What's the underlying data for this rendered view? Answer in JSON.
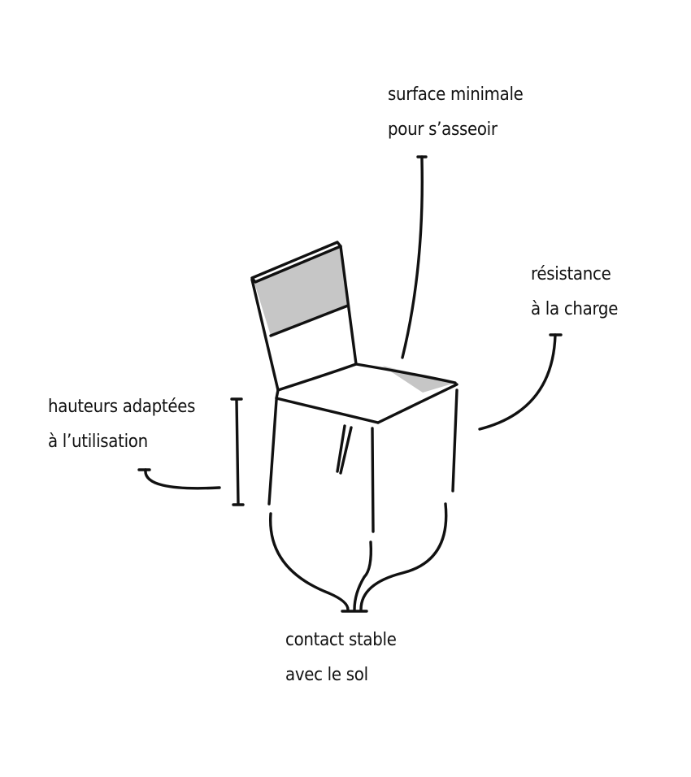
{
  "labels": {
    "seat": {
      "line1": "surface minimale",
      "line2": "pour s’asseoir"
    },
    "load": {
      "line1": "résistance",
      "line2": "à la charge"
    },
    "height": {
      "line1": "hauteurs adaptées",
      "line2": "à l’utilisation"
    },
    "floor": {
      "line1": "contact stable",
      "line2": "avec le sol"
    }
  },
  "colors": {
    "ink": "#111111",
    "fill": "#c6c6c6",
    "background": "#ffffff"
  }
}
